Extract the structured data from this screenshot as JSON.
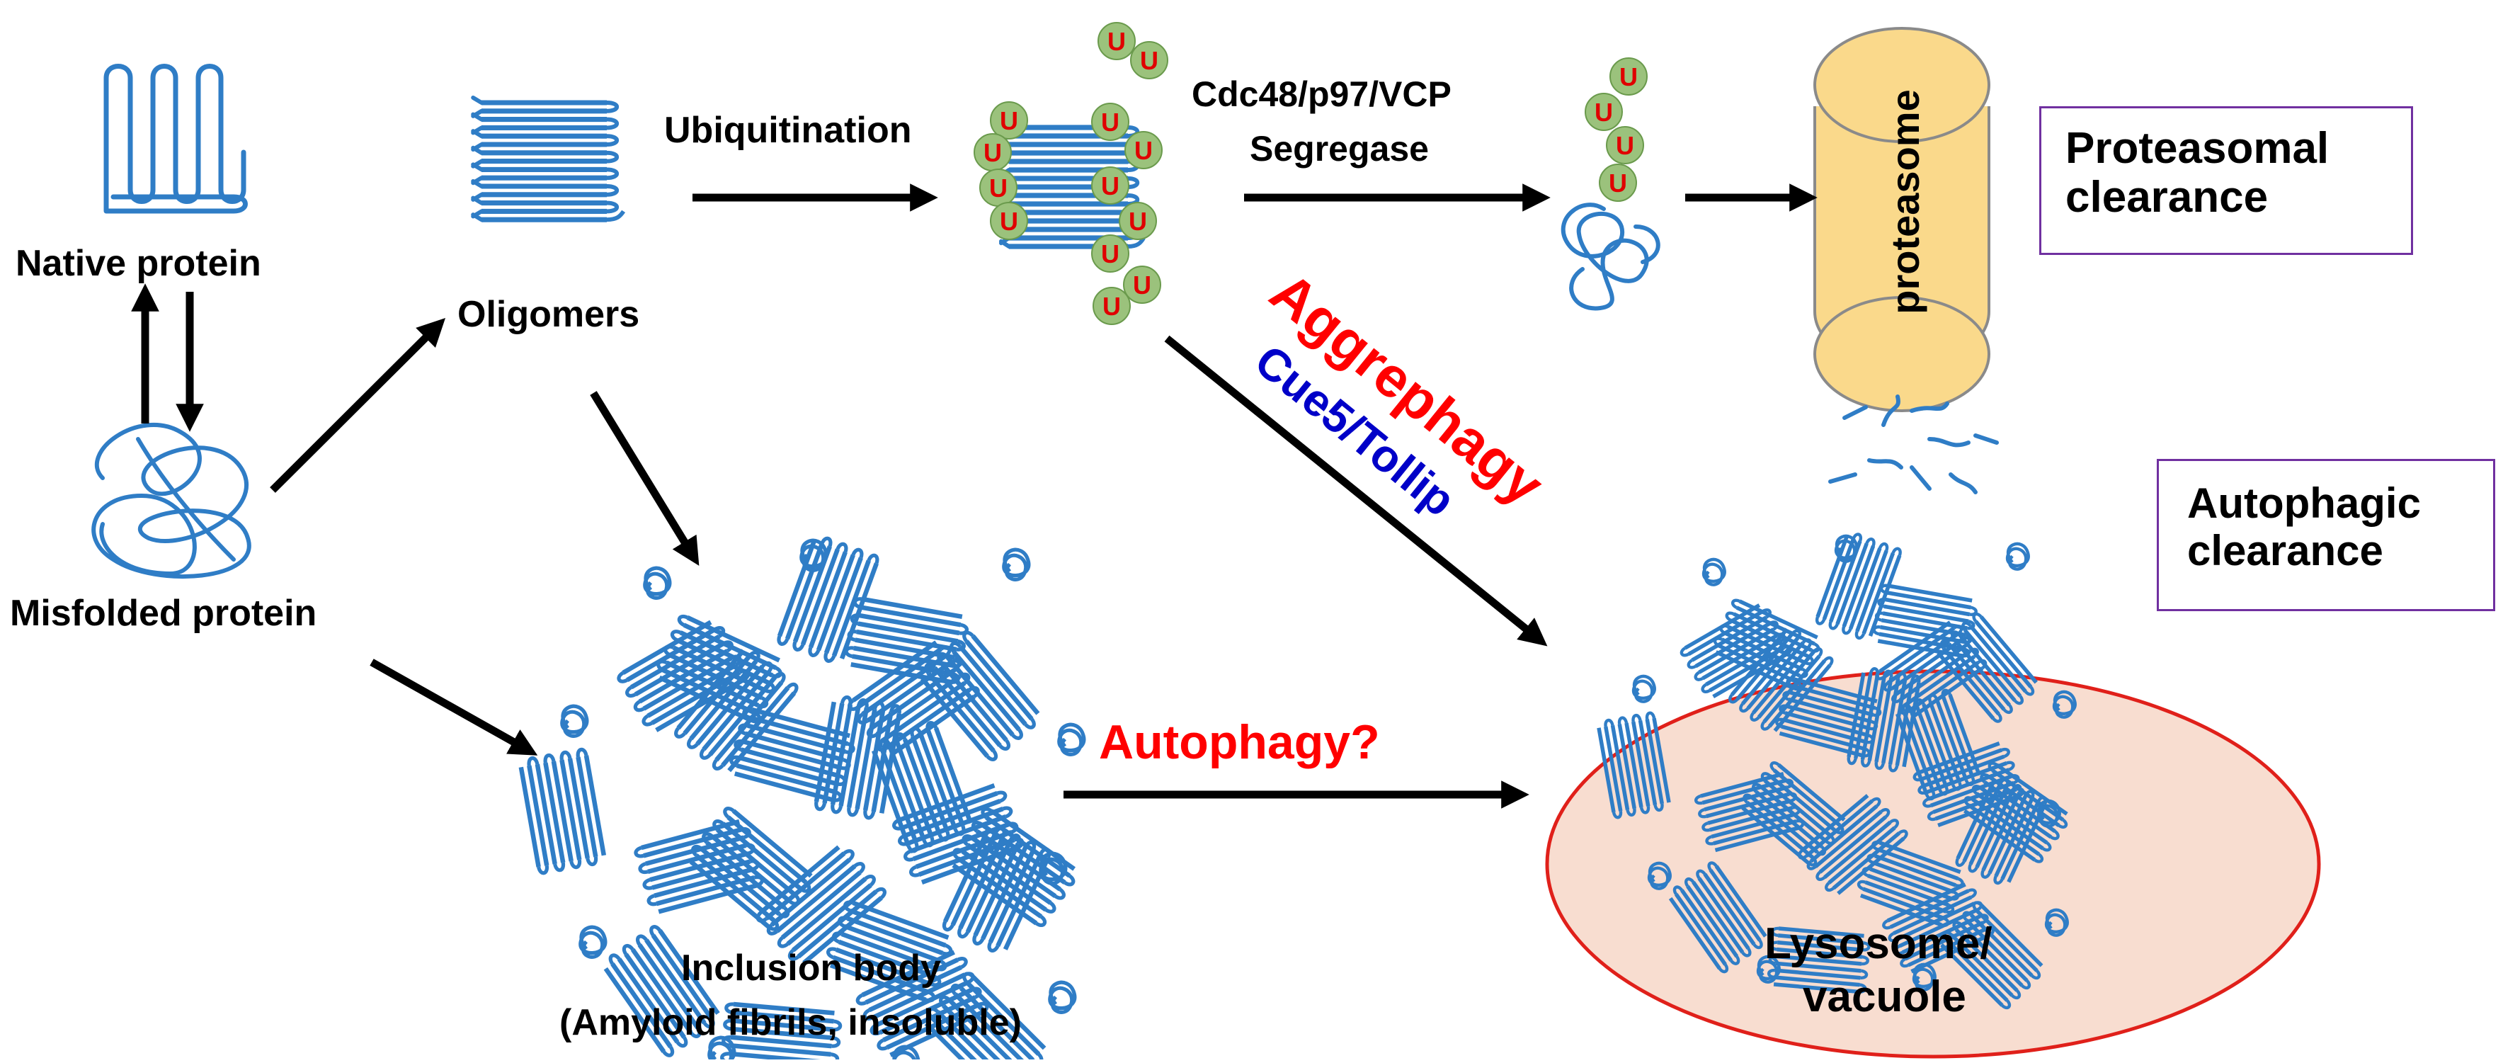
{
  "labels": {
    "native_protein": "Native protein",
    "misfolded_protein": "Misfolded protein",
    "oligomers": "Oligomers",
    "ubiquitination": "Ubiquitination",
    "segregase_line1": "Cdc48/p97/VCP",
    "segregase_line2": "Segregase",
    "proteasome": "proteasome",
    "proteasomal_clearance_line1": "Proteasomal",
    "proteasomal_clearance_line2": "clearance",
    "autophagic_clearance_line1": "Autophagic",
    "autophagic_clearance_line2": "clearance",
    "aggrephagy": "Aggrephagy",
    "cue5_tollip": "Cue5/Tollip",
    "autophagy_q": "Autophagy?",
    "inclusion_body_line1": "Inclusion body",
    "inclusion_body_line2": "(Amyloid fibrils, insoluble)",
    "lysosome_line1": "Lysosome/",
    "lysosome_line2": "vacuole",
    "ubiquitin_letter": "U"
  },
  "colors": {
    "protein": "#2f7dc6",
    "arrow": "#000000",
    "ubiquitin_fill": "#9bc27c",
    "ubiquitin_letter": "#e00000",
    "proteasome_fill": "#fad98b",
    "lysosome_fill": "#f8ddd0",
    "lysosome_stroke": "#e0201a",
    "box_border": "#7030a0",
    "aggrephagy_text": "#ff0000",
    "cue5_text": "#0000c8",
    "autophagy_text": "#ff0000"
  },
  "icons": [
    "native-protein-icon",
    "misfolded-protein-icon",
    "oligomer-icon",
    "ubiquitinated-oligomer-icon",
    "ubiquitin-chain-icon",
    "proteasome-icon",
    "peptide-fragments-icon",
    "inclusion-body-icon",
    "lysosome-icon"
  ]
}
